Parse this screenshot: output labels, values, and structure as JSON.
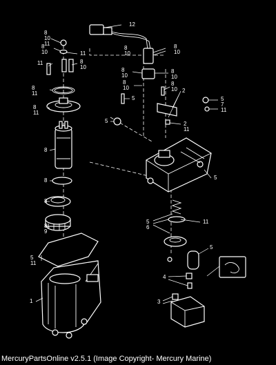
{
  "diagram": {
    "callouts": [
      {
        "id": "c-12",
        "text": "12"
      },
      {
        "id": "c-8-10-11-top",
        "text": "8\n10\n11"
      },
      {
        "id": "c-11-a",
        "text": "11"
      },
      {
        "id": "c-8-10-a",
        "text": "8\n10"
      },
      {
        "id": "c-8-10-b",
        "text": "8\n10"
      },
      {
        "id": "c-11-b",
        "text": "11"
      },
      {
        "id": "c-8-10-c",
        "text": "8\n10"
      },
      {
        "id": "c-8-10-d",
        "text": "8\n10"
      },
      {
        "id": "c-8-10-e",
        "text": "8\n10"
      },
      {
        "id": "c-8-10-f",
        "text": "8\n10"
      },
      {
        "id": "c-8-10-g",
        "text": "8\n10"
      },
      {
        "id": "c-8-10-h",
        "text": "8\n10"
      },
      {
        "id": "c-8-11-a",
        "text": "8\n11"
      },
      {
        "id": "c-8-11-b",
        "text": "8\n11"
      },
      {
        "id": "c-2-a",
        "text": "2"
      },
      {
        "id": "c-5-a",
        "text": "5"
      },
      {
        "id": "c-5-7-11",
        "text": "5\n7\n11"
      },
      {
        "id": "c-5-b",
        "text": "5"
      },
      {
        "id": "c-2-11",
        "text": "2\n11"
      },
      {
        "id": "c-8-a",
        "text": "8"
      },
      {
        "id": "c-5-c",
        "text": "5"
      },
      {
        "id": "c-8-b",
        "text": "8"
      },
      {
        "id": "c-8-c",
        "text": "8"
      },
      {
        "id": "c-5-6",
        "text": "5\n6"
      },
      {
        "id": "c-11-c",
        "text": "11"
      },
      {
        "id": "c-8-9",
        "text": "8\n9"
      },
      {
        "id": "c-5-11",
        "text": "5\n11"
      },
      {
        "id": "c-5-d",
        "text": "5"
      },
      {
        "id": "c-4",
        "text": "4"
      },
      {
        "id": "c-1",
        "text": "1"
      },
      {
        "id": "c-3",
        "text": "3"
      }
    ]
  },
  "caption": "MercuryPartsOnline v2.5.1 (Image Copyright- Mercury Marine)"
}
